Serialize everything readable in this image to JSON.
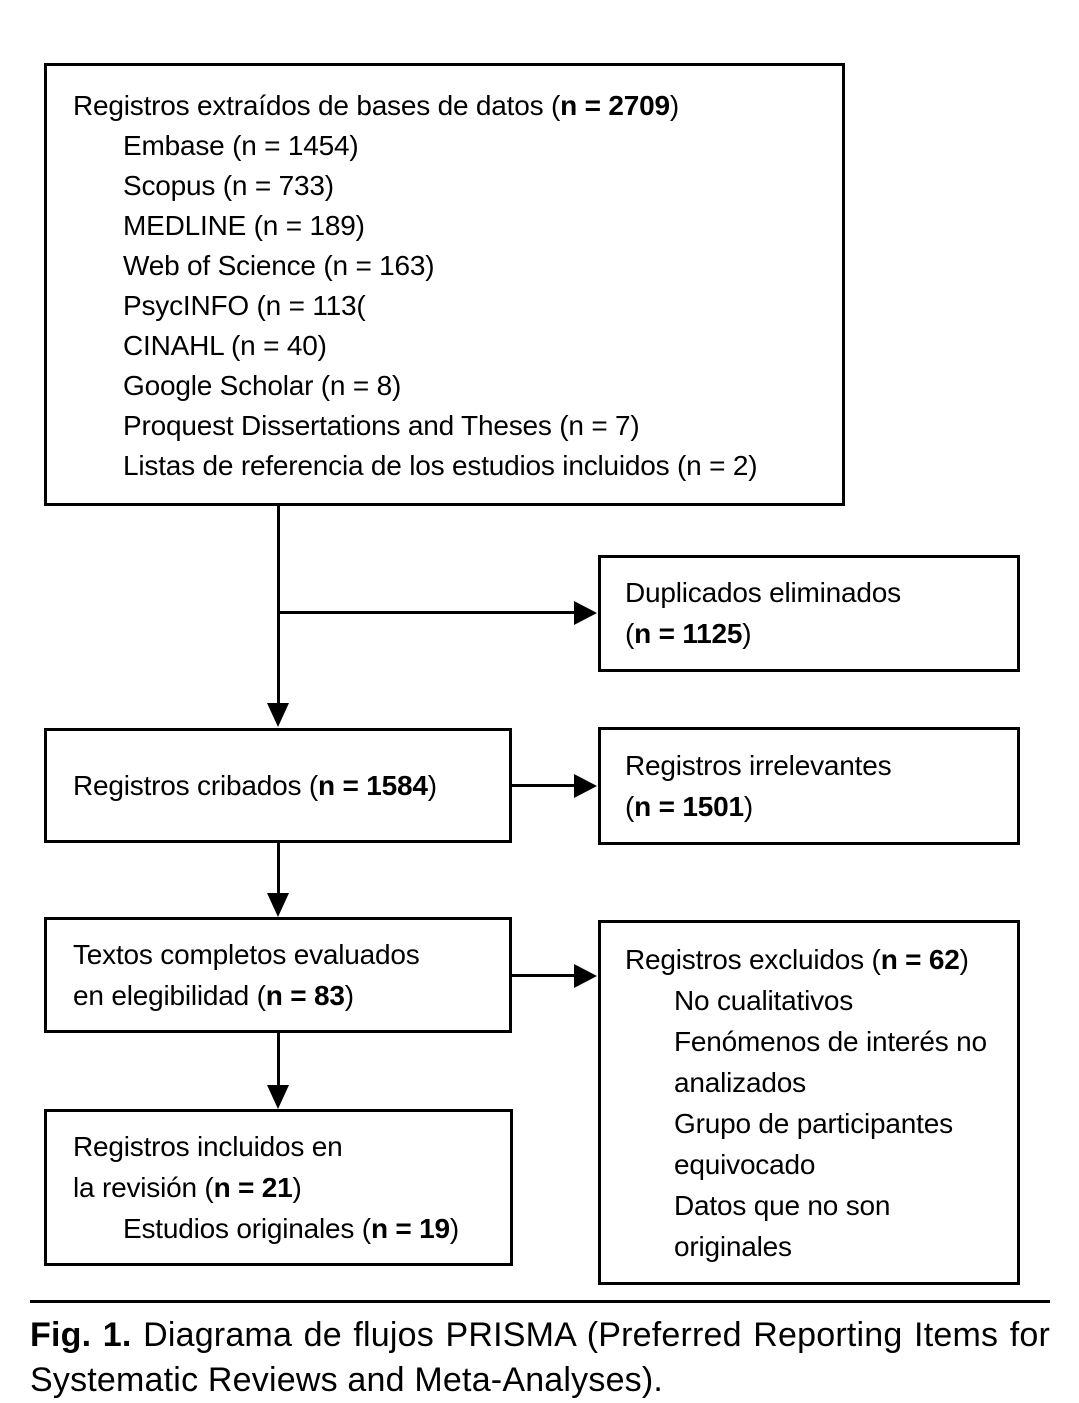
{
  "diagram": {
    "identification": {
      "title_prefix": "Registros extraídos de bases de datos (",
      "title_bold": "n = 2709",
      "title_suffix": ")",
      "sources": [
        "Embase (n = 1454)",
        "Scopus (n = 733)",
        "MEDLINE (n = 189)",
        "Web of Science (n = 163)",
        "PsycINFO (n = 113(",
        "CINAHL (n = 40)",
        "Google Scholar (n = 8)",
        "Proquest Dissertations and Theses (n = 7)",
        "Listas de referencia de los estudios incluidos (n = 2)"
      ]
    },
    "duplicates_removed": {
      "line1": "Duplicados eliminados",
      "line2_prefix": "(",
      "line2_bold": "n = 1125",
      "line2_suffix": ")"
    },
    "screening": {
      "prefix": "Registros cribados (",
      "bold": "n = 1584",
      "suffix": ")"
    },
    "irrelevant": {
      "line1": "Registros irrelevantes",
      "line2_prefix": "(",
      "line2_bold": "n = 1501",
      "line2_suffix": ")"
    },
    "fulltext": {
      "line1": "Textos completos evaluados",
      "line2_prefix": "en elegibilidad (",
      "line2_bold": "n = 83",
      "line2_suffix": ")"
    },
    "excluded": {
      "title_prefix": "Registros excluidos (",
      "title_bold": "n = 62",
      "title_suffix": ")",
      "reasons": [
        "No cualitativos",
        "Fenómenos de interés no analizados",
        "Grupo de participantes equivocado",
        "Datos que no son originales"
      ]
    },
    "included": {
      "line1": "Registros incluidos en",
      "line2_prefix": "la revisión (",
      "line2_bold": "n = 21",
      "line2_suffix": ")",
      "line3_prefix": "Estudios originales (",
      "line3_bold": "n = 19",
      "line3_suffix": ")"
    }
  },
  "caption": {
    "label": "Fig. 1.",
    "text": " Diagrama de flujos PRISMA (Preferred Reporting Items for Systematic Reviews and Meta-Analyses)."
  },
  "colors": {
    "ink": "#000000",
    "background": "#ffffff"
  }
}
